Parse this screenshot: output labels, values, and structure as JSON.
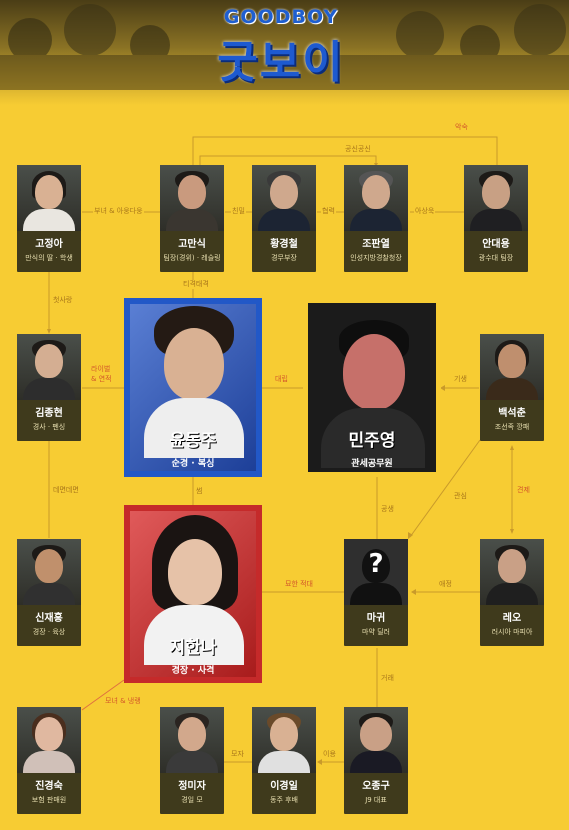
{
  "logo": {
    "en": "GOODBOY",
    "ko": "굿보이"
  },
  "characters": {
    "go_jeonga": {
      "name": "고정아",
      "role": "만식의 딸 · 학생"
    },
    "go_mansik": {
      "name": "고만식",
      "role": "팀장(경위) · 레슬링"
    },
    "hwang": {
      "name": "황경철",
      "role": "경무부장"
    },
    "jo": {
      "name": "조판열",
      "role": "인성지방경찰청장"
    },
    "ahn": {
      "name": "안대용",
      "role": "광수대 팀장"
    },
    "kim": {
      "name": "김종현",
      "role": "경사 · 펜싱"
    },
    "shin": {
      "name": "신재홍",
      "role": "경장 · 육상"
    },
    "baek": {
      "name": "백석춘",
      "role": "조선족 깡패"
    },
    "leo": {
      "name": "레오",
      "role": "러시아 마피아"
    },
    "magwi": {
      "name": "마귀",
      "role": "마약 딜러",
      "mark": "?"
    },
    "jin": {
      "name": "진경숙",
      "role": "보험 판매원"
    },
    "jung": {
      "name": "정미자",
      "role": "경일 모"
    },
    "lee": {
      "name": "이경일",
      "role": "동주 후배"
    },
    "oh": {
      "name": "오종구",
      "role": "J9 대표"
    }
  },
  "leads": {
    "yoon": {
      "name": "윤동주",
      "role": "순경 · 복싱"
    },
    "min": {
      "name": "민주영",
      "role": "관세공무원"
    },
    "ji": {
      "name": "지한나",
      "role": "경장 · 사격"
    }
  },
  "relations": {
    "ak_sok": "악숙",
    "gongsin": "공신공신",
    "father_daughter": "부녀 & 아웅다웅",
    "chinmil": "친밀",
    "hyeomnyeok": "협력",
    "asangsok": "아상욱",
    "cheotsarang": "첫사랑",
    "tigyeok": "티격태격",
    "rival": "라이벌",
    "rival_sub": "& 연적",
    "daerip": "대립",
    "gisaeng": "기생",
    "ssam": "썸",
    "demyeon": "데면데면",
    "gongsaeng": "공생",
    "gwansim": "관심",
    "gyeonje": "견제",
    "yohan": "묘한 적대",
    "aejeong": "애정",
    "georae": "거래",
    "monyeo": "모녀 & 냉랭",
    "moja": "모자",
    "iyong": "이용"
  },
  "colors": {
    "background": "#F7CC33",
    "relation_line": "#c99a2a",
    "rival_line": "#e07040",
    "blue_card": "#2258c7",
    "red_card": "#c52a2a"
  }
}
